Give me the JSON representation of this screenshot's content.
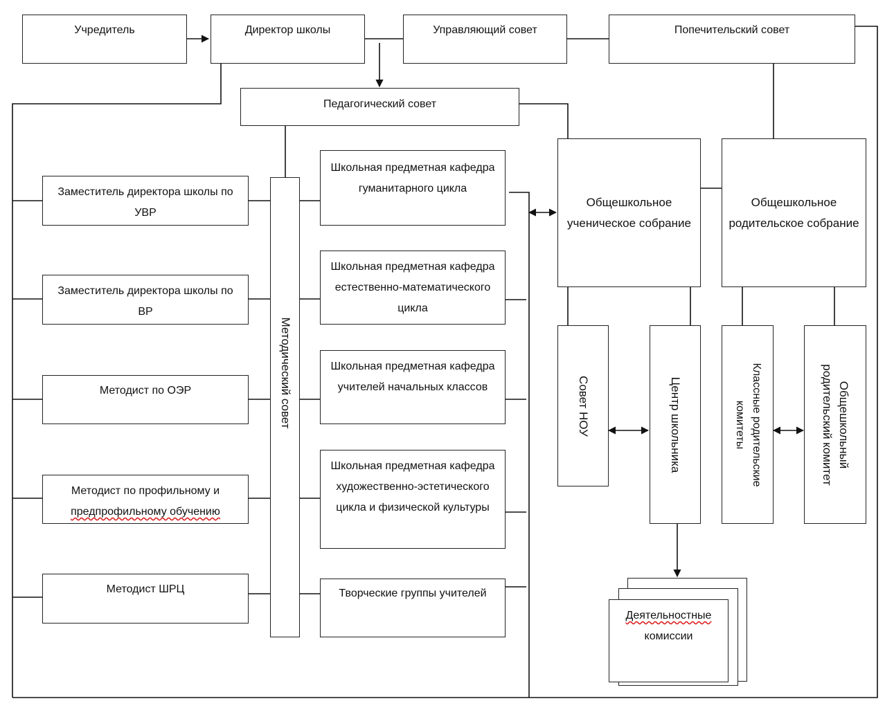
{
  "nodes": {
    "founder": "Учредитель",
    "director": "Директор школы",
    "governing_council": "Управляющий совет",
    "board_of_trustees": "Попечительский совет",
    "pedagogical_council": "Педагогический совет",
    "deputy_uvr": [
      "Заместитель директора школы по",
      "УВР"
    ],
    "deputy_vr": [
      "Заместитель директора школы по",
      "ВР"
    ],
    "methodist_oer": "Методист по ОЭР",
    "methodist_profile": [
      "Методист по профильному и",
      "предпрофильному обучению"
    ],
    "methodist_shrc": "Методист ШРЦ",
    "methodical_council": "Методический совет",
    "dept_humanities": [
      "Школьная предметная кафедра",
      "гуманитарного цикла"
    ],
    "dept_science_math": [
      "Школьная предметная кафедра",
      "естественно-математического",
      "цикла"
    ],
    "dept_primary": [
      "Школьная предметная кафедра",
      "учителей начальных классов"
    ],
    "dept_arts_pe": [
      "Школьная предметная кафедра",
      "художественно-эстетического",
      "цикла и физической культуры"
    ],
    "creative_groups": "Творческие группы учителей",
    "student_assembly": [
      "Общешкольное",
      "ученическое собрание"
    ],
    "parent_assembly": [
      "Общешкольное",
      "родительское собрание"
    ],
    "nou_council": "Совет НОУ",
    "student_center": "Центр школьника",
    "class_parent_committees": [
      "Классные родительские",
      "комитеты"
    ],
    "school_parent_committee": [
      "Общешкольный",
      "родительский комитет"
    ],
    "activity_commissions": [
      "Деятельностные",
      "комиссии"
    ]
  }
}
